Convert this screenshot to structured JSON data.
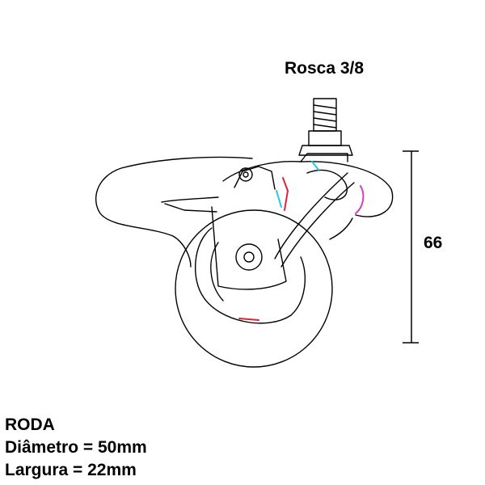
{
  "labels": {
    "thread": "Rosca 3/8",
    "height": "66"
  },
  "specs": {
    "title": "RODA",
    "diameter": "Diâmetro = 50mm",
    "width": "Largura = 22mm"
  },
  "colors": {
    "outline": "#000000",
    "accent_red": "#e0203a",
    "accent_cyan": "#22c8e8",
    "accent_magenta": "#d040c0"
  }
}
